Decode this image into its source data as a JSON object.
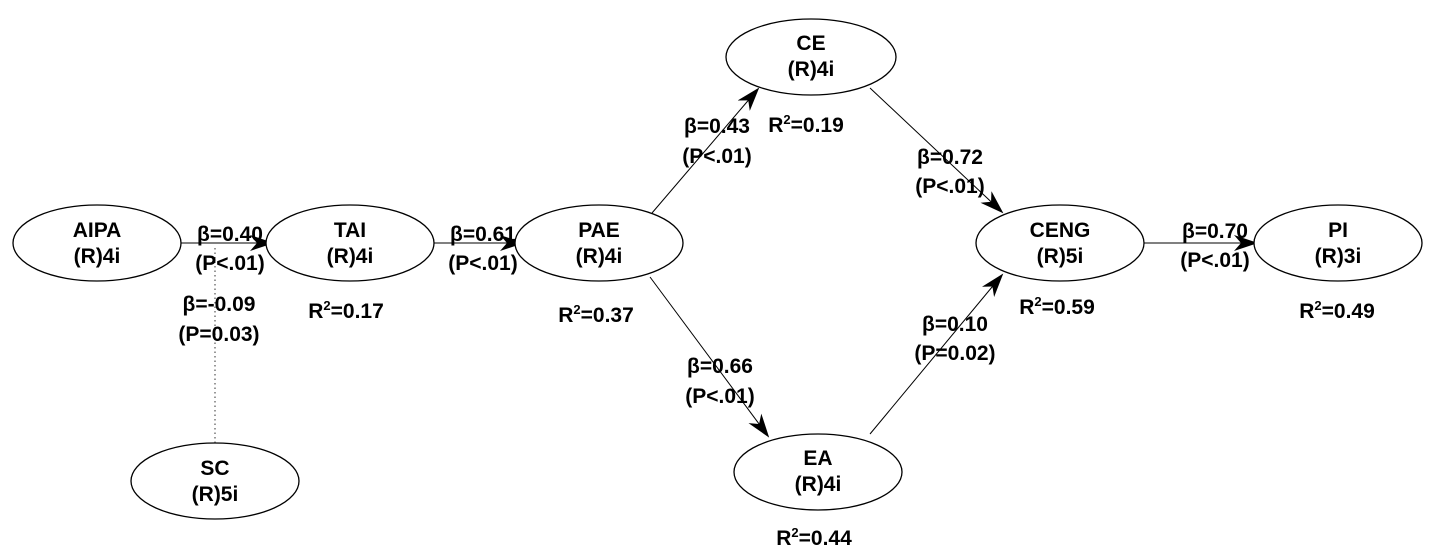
{
  "diagram": {
    "nodes": {
      "aipa": {
        "name": "AIPA",
        "sub": "(R)4i"
      },
      "tai": {
        "name": "TAI",
        "sub": "(R)4i",
        "r2": "0.17"
      },
      "pae": {
        "name": "PAE",
        "sub": "(R)4i",
        "r2": "0.37"
      },
      "ce": {
        "name": "CE",
        "sub": "(R)4i",
        "r2": "0.19"
      },
      "ea": {
        "name": "EA",
        "sub": "(R)4i",
        "r2": "0.44"
      },
      "ceng": {
        "name": "CENG",
        "sub": "(R)5i",
        "r2": "0.59"
      },
      "pi": {
        "name": "PI",
        "sub": "(R)3i",
        "r2": "0.49"
      },
      "sc": {
        "name": "SC",
        "sub": "(R)5i"
      }
    },
    "r2_prefix": "R",
    "r2_power": "2",
    "r2_equals": "=",
    "paths": {
      "aipa_tai": {
        "beta": "β=0.40",
        "p": "(P<.01)"
      },
      "sc_tai": {
        "beta": "β=-0.09",
        "p": "(P=0.03)"
      },
      "tai_pae": {
        "beta": "β=0.61",
        "p": "(P<.01)"
      },
      "pae_ce": {
        "beta": "β=0.43",
        "p": "(P<.01)"
      },
      "pae_ea": {
        "beta": "β=0.66",
        "p": "(P<.01)"
      },
      "ce_ceng": {
        "beta": "β=0.72",
        "p": "(P<.01)"
      },
      "ea_ceng": {
        "beta": "β=0.10",
        "p": "(P=0.02)"
      },
      "ceng_pi": {
        "beta": "β=0.70",
        "p": "(P<.01)"
      }
    }
  }
}
